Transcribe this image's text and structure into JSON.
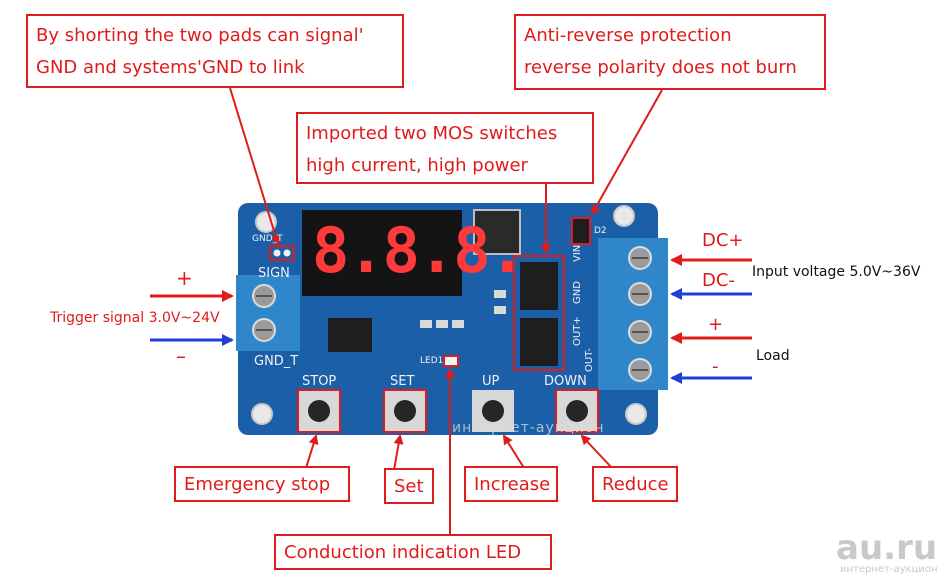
{
  "callouts": {
    "shorting": [
      "By shorting the two pads can signal'",
      "GND and systems'GND  to link"
    ],
    "anti_reverse": [
      "Anti-reverse protection",
      "reverse polarity does not burn"
    ],
    "mos": [
      "Imported two MOS switches",
      "high current, high power"
    ],
    "emergency": "Emergency stop",
    "set": "Set",
    "increase": "Increase",
    "reduce": "Reduce",
    "led": "Conduction indication LED"
  },
  "side_labels": {
    "trigger": "Trigger signal  3.0V~24V",
    "plus_left": "+",
    "minus_left": "–",
    "dc_plus": "DC+",
    "dc_minus": "DC-",
    "input_voltage": "Input voltage 5.0V~36V",
    "plus_right": "+",
    "load": "Load",
    "minus_right": "-"
  },
  "board": {
    "display": "8.8.8.",
    "btn_stop": "STOP",
    "btn_set": "SET",
    "btn_up": "UP",
    "btn_down": "DOWN",
    "gnd_t_top": "GND_T",
    "sign": "SIGN",
    "gnd_t_bottom": "GND_T",
    "vin": "VIN",
    "gnd": "GND",
    "out_plus": "OUT+",
    "out_minus": "OUT-",
    "led1": "LED1",
    "d2": "D2"
  },
  "watermark": {
    "logo": "au.ru",
    "tagline": "интернет-аукцион",
    "center_tagline": "интернет-аукцион"
  },
  "colors": {
    "callout": "#e01b1b",
    "arrow_blue": "#1f3fd6",
    "pcb": "#1b5fa8",
    "terminal": "#2f86c8"
  }
}
